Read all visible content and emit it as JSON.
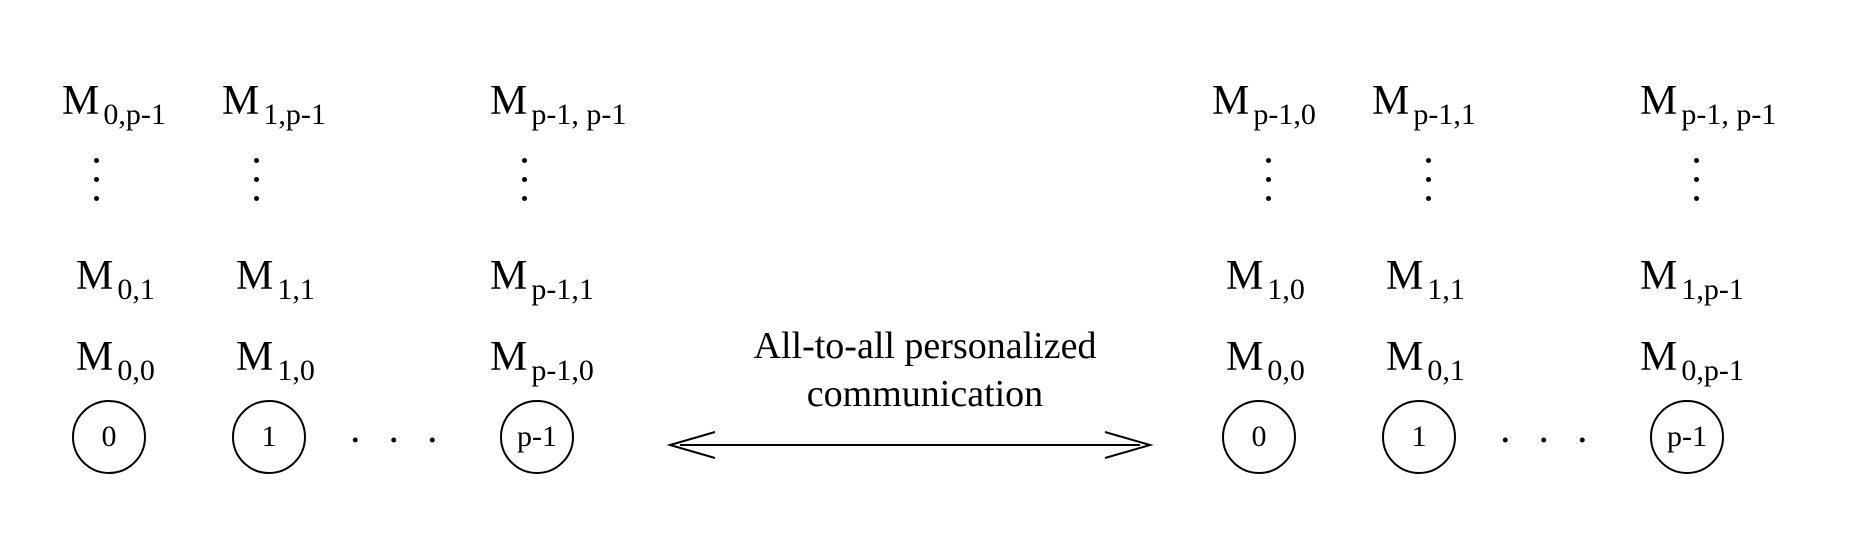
{
  "left_group": {
    "rows": [
      [
        "M",
        "0,p-1",
        "M",
        "1,p-1",
        "M",
        "p-1,  p-1"
      ],
      [
        "M",
        "0,1",
        "M",
        "1,1",
        "M",
        "p-1,1"
      ],
      [
        "M",
        "0,0",
        "M",
        "1,0",
        "M",
        "p-1,0"
      ]
    ],
    "nodes": [
      "0",
      "1",
      "p-1"
    ],
    "ellipsis": "..."
  },
  "right_group": {
    "rows": [
      [
        "M",
        "p-1,0",
        "M",
        "p-1,1",
        "M",
        "p-1,  p-1"
      ],
      [
        "M",
        "1,0",
        "M",
        "1,1",
        "M",
        "1,p-1"
      ],
      [
        "M",
        "0,0",
        "M",
        "0,1",
        "M",
        "0,p-1"
      ]
    ],
    "nodes": [
      "0",
      "1",
      "p-1"
    ],
    "ellipsis": "..."
  },
  "arrow_label": {
    "line1": "All-to-all personalized",
    "line2": "communication"
  }
}
